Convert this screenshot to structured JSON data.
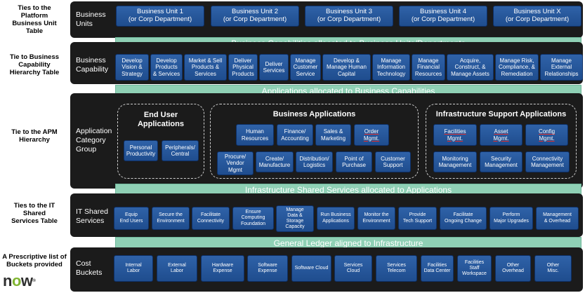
{
  "left_labels": {
    "platform": "Ties to the\nPlatform\nBusiness Unit\nTable",
    "capability": "Tie to Business\nCapability\nHierarchy Table",
    "apm": "Tie to the APM\nHierarchy",
    "it_shared": "Ties to the IT\nShared\nServices Table",
    "buckets": "A Prescriptive list of\nBuckets provided"
  },
  "rows": {
    "business_units": {
      "title": "Business\nUnits",
      "items": [
        "Business Unit 1\n(or Corp Department)",
        "Business Unit 2\n(or Corp Department)",
        "Business Unit 3\n(or Corp Department)",
        "Business Unit 4\n(or Corp Department)",
        "Business Unit X\n(or Corp Department)"
      ]
    },
    "business_capability": {
      "title": "Business\nCapability",
      "items": [
        "Develop\nVision &\nStrategy",
        "Develop\nProducts\n& Services",
        "Market & Sell\nProducts &\nServices",
        "Deliver\nPhysical\nProducts",
        "Deliver\nServices",
        "Manage\nCustomer\nService",
        "Develop &\nManage Human\nCapital",
        "Manage\nInformation\nTechnology",
        "Manage\nFinancial\nResources",
        "Acquire,\nConstruct, &\nManage Assets",
        "Manage Risk,\nCompliance, &\nRemediation",
        "Manage\nExternal\nRelationships"
      ]
    },
    "application_group": {
      "title": "Application\nCategory\nGroup",
      "end_user": {
        "title": "End User\nApplications",
        "items": [
          "Personal\nProductivity",
          "Peripherals/\nCentral"
        ]
      },
      "business_apps": {
        "title": "Business Applications",
        "items": [
          "Human\nResources",
          "Finance/\nAccounting",
          "Sales &\nMarketing",
          "Order\nMgmt.",
          "Procure/\nVendor\nMgmt",
          "Create/\nManufacture",
          "Distribution/\nLogistics",
          "Point of\nPurchase",
          "Customer\nSupport"
        ]
      },
      "infra_apps": {
        "title": "Infrastructure Support Applications",
        "items": [
          "Facilities\nMgmt.",
          "Asset\nMgmt.",
          "Config\nMgmt.",
          "Monitoring\nManagement",
          "Security\nManagement",
          "Connectivity\nManagement"
        ]
      }
    },
    "it_shared": {
      "title": "IT Shared\nServices",
      "items": [
        "Equip\nEnd Users",
        "Secure the\nEnvironment",
        "Facilitate\nConnectivity",
        "Ensure\nComputing\nFoundation",
        "Manage\nData &\nStorage\nCapacity",
        "Run Business\nApplications",
        "Monitor the\nEnvironment",
        "Provide\nTech Support",
        "Facilitate\nOngoing Change",
        "Perform\nMajor Upgrades",
        "Management\n& Overhead"
      ]
    },
    "cost_buckets": {
      "title": "Cost\nBuckets",
      "items": [
        "Internal\nLabor",
        "External\nLabor",
        "Hardware\nExpense",
        "Software\nExpense",
        "Software Cloud",
        "Services\nCloud",
        "Services\nTelecom",
        "Facilities\nData Center",
        "Facilities\nStaff\nWorkspace",
        "Other\nOverhead",
        "Other\nMisc."
      ]
    }
  },
  "bars": {
    "capabilities": "Business Capabilities allocated to Business Units/Departments",
    "applications": "Applications allocated to Business Capabilities",
    "infra": "Infrastructure Shared Services allocated to Applications",
    "ledger": "General Ledger aligned to Infrastructure"
  },
  "logo": {
    "n": "n",
    "o": "o",
    "w": "w"
  },
  "colors": {
    "band": "#1b1b1b",
    "box": "#2f62a8",
    "bar": "#8fd0b5",
    "logo_accent": "#81b532"
  }
}
